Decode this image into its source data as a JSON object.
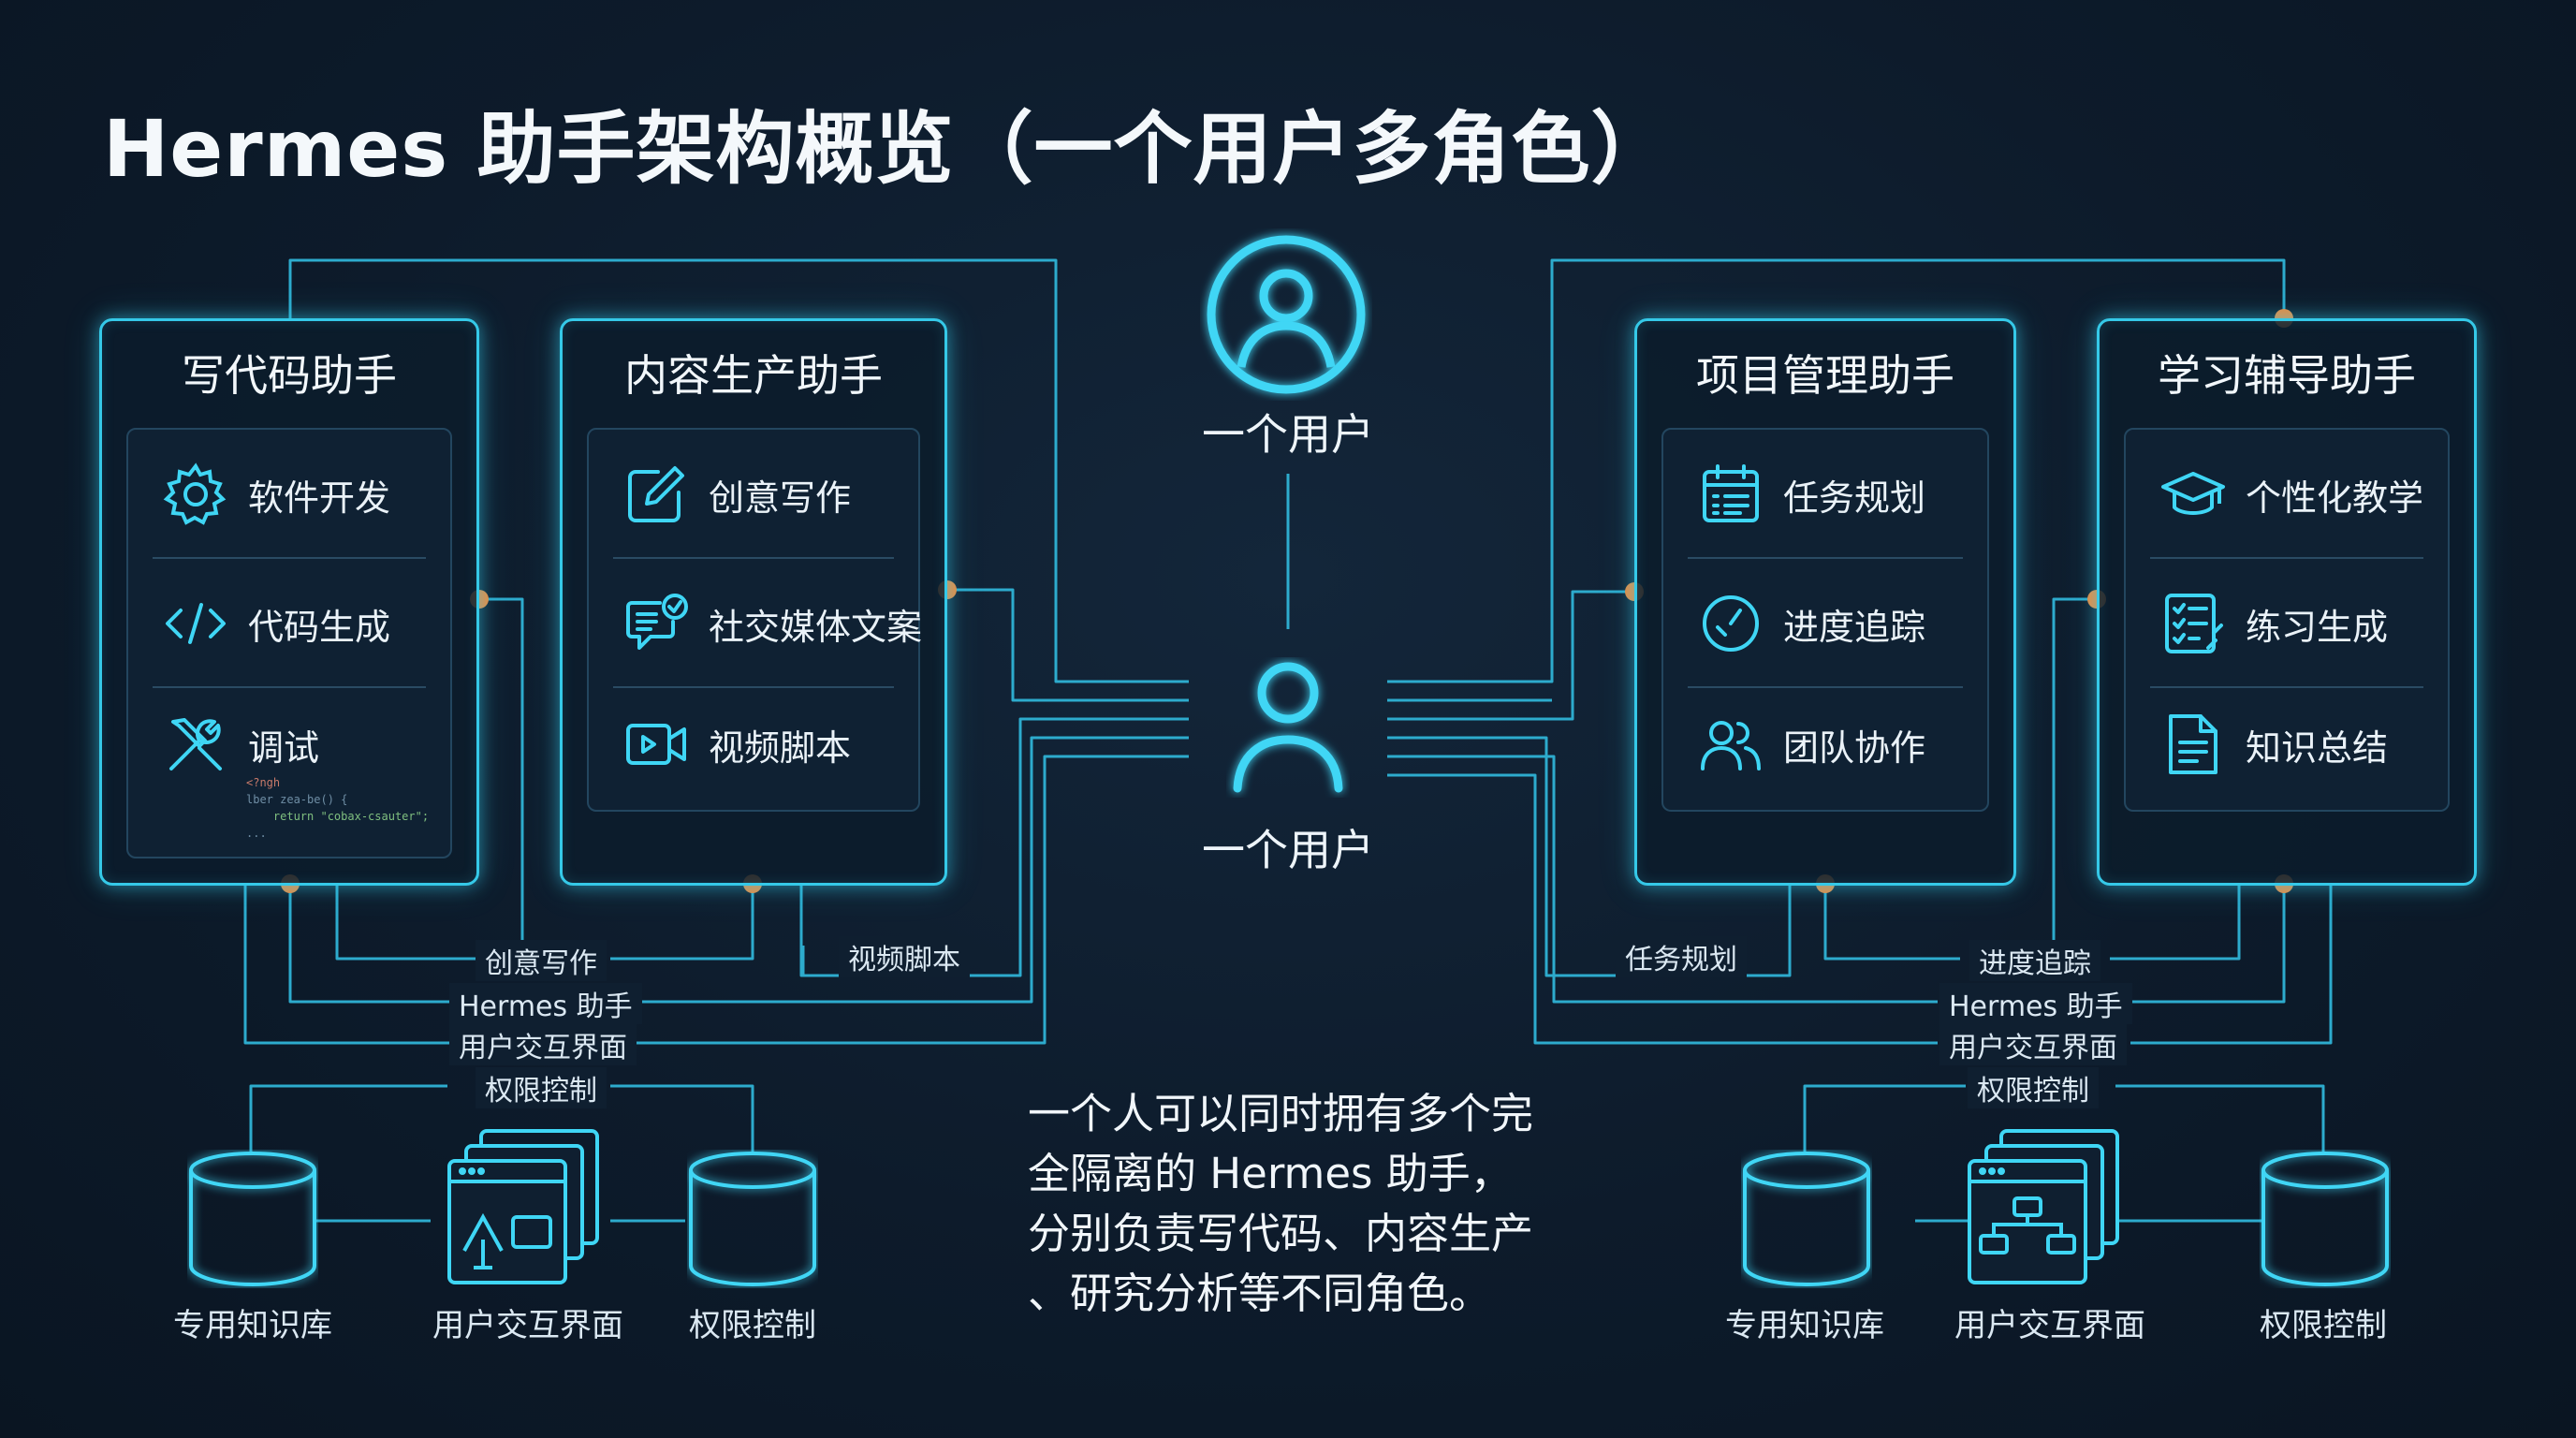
{
  "title": "Hermes 助手架构概览（一个用户多角色）",
  "user": {
    "top_caption": "一个用户",
    "center_caption": "一个用户"
  },
  "cards": [
    {
      "title": "写代码助手",
      "items": [
        {
          "label": "软件开发",
          "icon": "gear-icon"
        },
        {
          "label": "代码生成",
          "icon": "code-icon"
        },
        {
          "label": "调试",
          "icon": "tools-icon"
        }
      ],
      "code_snippet": [
        "<?ngh",
        "lber zea-be() {",
        "    return \"cobax-csauter\";",
        "..."
      ]
    },
    {
      "title": "内容生产助手",
      "items": [
        {
          "label": "创意写作",
          "icon": "edit-icon"
        },
        {
          "label": "社交媒体文案",
          "icon": "chat-check-icon"
        },
        {
          "label": "视频脚本",
          "icon": "video-icon"
        }
      ]
    },
    {
      "title": "项目管理助手",
      "items": [
        {
          "label": "任务规划",
          "icon": "calendar-list-icon"
        },
        {
          "label": "进度追踪",
          "icon": "clock-icon"
        },
        {
          "label": "团队协作",
          "icon": "team-icon"
        }
      ]
    },
    {
      "title": "学习辅导助手",
      "items": [
        {
          "label": "个性化教学",
          "icon": "graduation-cap-icon"
        },
        {
          "label": "练习生成",
          "icon": "checklist-icon"
        },
        {
          "label": "知识总结",
          "icon": "document-icon"
        }
      ]
    }
  ],
  "left_wire_labels": {
    "l1": "创意写作",
    "l2": "视频脚本",
    "l3": "Hermes 助手",
    "l4": "用户交互界面",
    "l5": "权限控制"
  },
  "right_wire_labels": {
    "r1": "任务规划",
    "r2": "进度追踪",
    "r3": "Hermes 助手",
    "r4": "用户交互界面",
    "r5": "权限控制"
  },
  "left_bottom": {
    "db": "专用知识库",
    "ui": "用户交互界面",
    "perm": "权限控制"
  },
  "right_bottom": {
    "db": "专用知识库",
    "ui": "用户交互界面",
    "perm": "权限控制"
  },
  "description": [
    "一个人可以同时拥有多个完",
    "全隔离的 Hermes 助手，",
    "分别负责写代码、内容生产",
    "、研究分析等不同角色。"
  ],
  "colors": {
    "accent": "#35c9e8",
    "line": "#2fb3d6",
    "node": "#f08a3c",
    "background": "#0d1b2b"
  }
}
